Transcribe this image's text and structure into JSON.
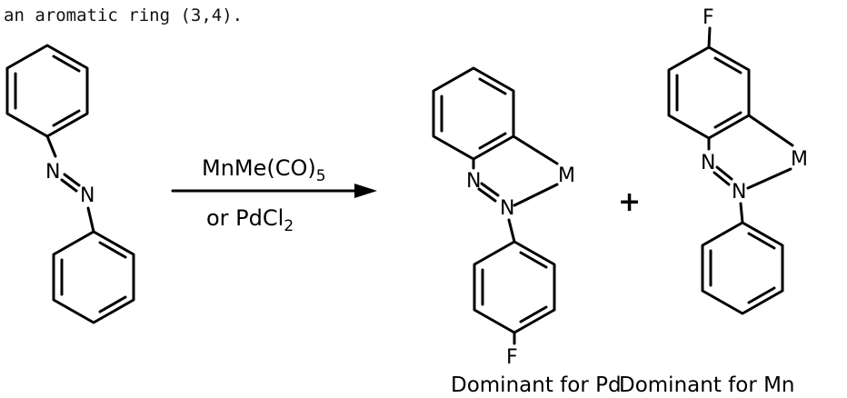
{
  "intro_text": "an aromatic ring (3,4).",
  "reaction": {
    "reagent_top": "MnMe(CO)",
    "reagent_top_subscript": "5",
    "reagent_bottom": "or PdCl",
    "reagent_bottom_subscript": "2"
  },
  "atoms": {
    "nitrogen": "N",
    "metal": "M",
    "fluorine": "F"
  },
  "plus_sign": "+",
  "captions": {
    "product_1": "Dominant for Pd",
    "product_2": "Dominant for Mn"
  }
}
